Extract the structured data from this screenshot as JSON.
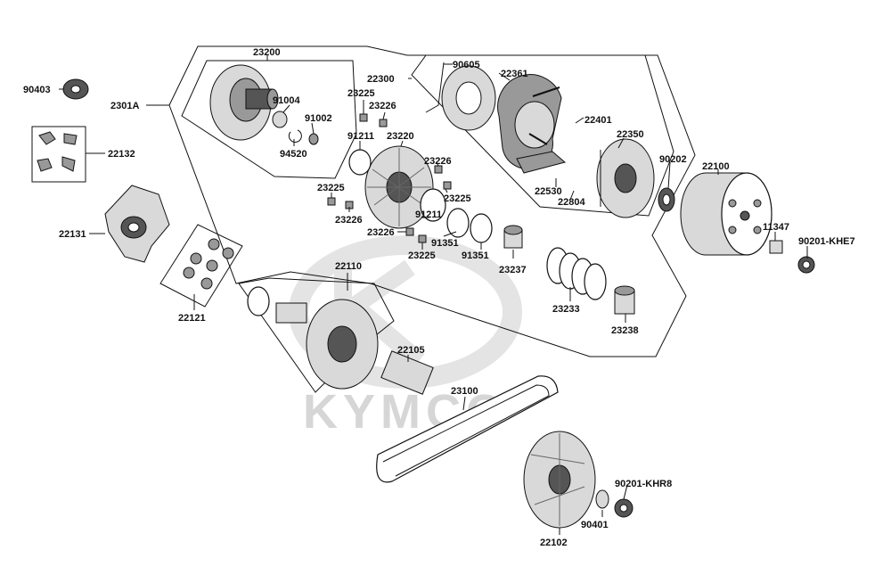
{
  "watermark": "KYMCO",
  "labels": {
    "p90403": "90403",
    "p2301A": "2301A",
    "p22132": "22132",
    "p22131": "22131",
    "p22121": "22121",
    "p23200": "23200",
    "p91004": "91004",
    "p91002": "91002",
    "p94520": "94520",
    "p23225a": "23225",
    "p23226a": "23226",
    "p91211a": "91211",
    "p23220": "23220",
    "p23226b": "23226",
    "p23225b": "23225",
    "p23225c": "23225",
    "p23226c": "23226",
    "p91211b": "91211",
    "p23226d": "23226",
    "p23225d": "23225",
    "p91351a": "91351",
    "p91351b": "91351",
    "p23237": "23237",
    "p22300": "22300",
    "p90605": "90605",
    "p22361": "22361",
    "p22401": "22401",
    "p22350": "22350",
    "p22530": "22530",
    "p22804": "22804",
    "p90202": "90202",
    "p22100": "22100",
    "p11347": "11347",
    "p90201khe7": "90201-KHE7",
    "p23233": "23233",
    "p23238": "23238",
    "p22110": "22110",
    "p22105": "22105",
    "p23100": "23100",
    "p90201khr8": "90201-KHR8",
    "p90401": "90401",
    "p22102": "22102"
  }
}
